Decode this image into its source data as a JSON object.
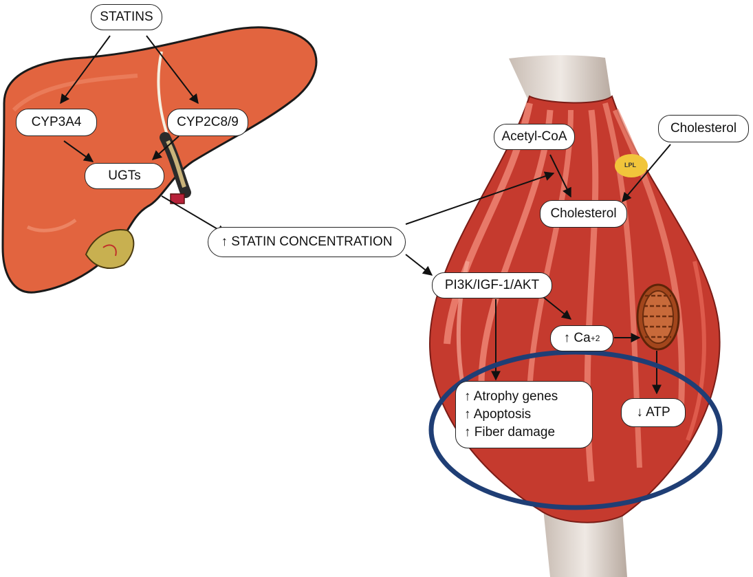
{
  "nodes": {
    "statins": "STATINS",
    "cyp3a4": "CYP3A4",
    "cyp2c8": "CYP2C8/9",
    "ugts": "UGTs",
    "statin_conc": "↑ STATIN CONCENTRATION",
    "acetyl_coa": "Acetyl-CoA",
    "cholesterol_top": "Cholesterol",
    "cholesterol_muscle": "Cholesterol",
    "lpl": "LPL",
    "pathway": "PI3K/IGF-1/AKT",
    "ca_prefix": "↑ Ca",
    "ca_sup": "+2",
    "effects": [
      "↑ Atrophy genes",
      "↑ Apoptosis",
      "↑ Fiber damage"
    ],
    "atp": "↓ ATP"
  },
  "colors": {
    "liver": "#e2643f",
    "muscle": "#c53a2e",
    "muscle_stripe": "#f08a78",
    "tendon": "#d8cfc8",
    "lpl": "#f1c53b",
    "mitochondrion": "#a3461c",
    "ellipse": "#1f3e75"
  }
}
